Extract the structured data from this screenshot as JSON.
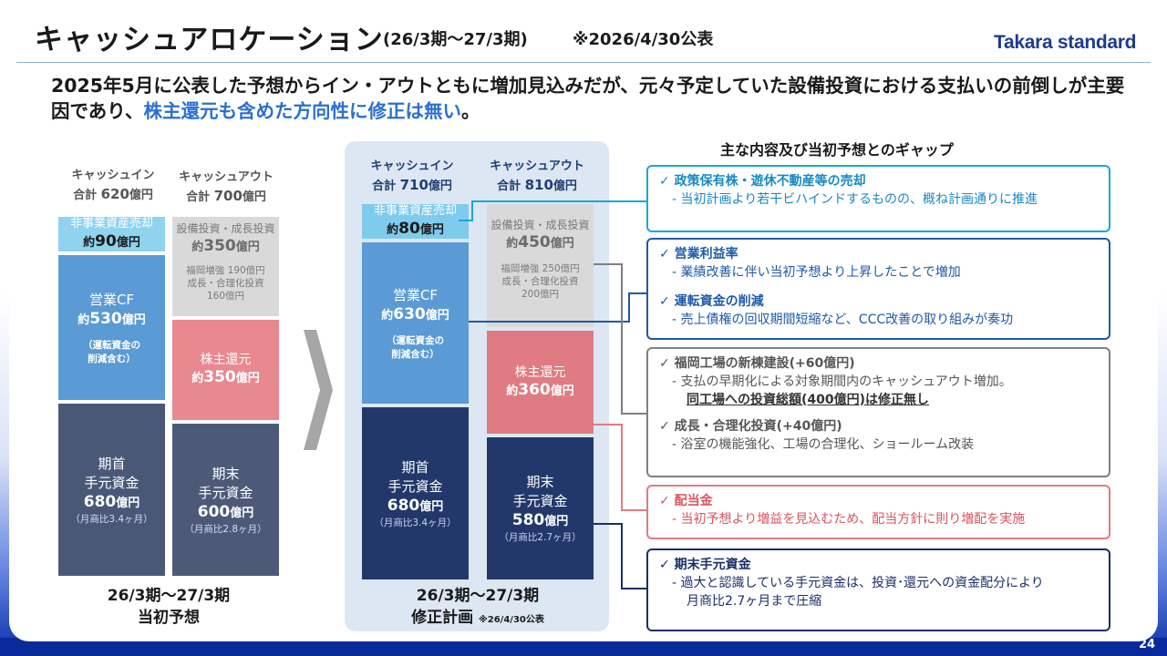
{
  "header": {
    "title": "キャッシュアロケーション",
    "period": "(26/3期～27/3期)",
    "note": "※2026/4/30公表",
    "logo": "Takara standard"
  },
  "lead": {
    "text1": "2025年5月に公表した予想からイン・アウトともに増加見込みだが、元々予定していた設備投資における支払いの前倒しが主要因であり、",
    "highlight": "株主還元も含めた方向性に修正は無い",
    "text2": "。"
  },
  "initial": {
    "in_header": "キャッシュイン",
    "in_total_prefix": "合計",
    "in_total_num": "620",
    "in_total_unit": "億円",
    "out_header": "キャッシュアウト",
    "out_total_prefix": "合計",
    "out_total_num": "700",
    "out_total_unit": "億円",
    "nonbiz_label": "非事業資産売却",
    "nonbiz_prefix": "約",
    "nonbiz_num": "90",
    "nonbiz_unit": "億円",
    "opcf_label": "営業CF",
    "opcf_prefix": "約",
    "opcf_num": "530",
    "opcf_unit": "億円",
    "opcf_note1": "（運転資金の",
    "opcf_note2": "削減含む）",
    "begin_label1": "期首",
    "begin_label2": "手元資金",
    "begin_num": "680",
    "begin_unit": "億円",
    "begin_note": "（月商比3.4ヶ月）",
    "capex_label": "設備投資・成長投資",
    "capex_prefix": "約",
    "capex_num": "350",
    "capex_unit": "億円",
    "capex_note1": "福岡増強 190億円",
    "capex_note2": "成長・合理化投資",
    "capex_note3": "160億円",
    "return_label": "株主還元",
    "return_prefix": "約",
    "return_num": "350",
    "return_unit": "億円",
    "end_label1": "期末",
    "end_label2": "手元資金",
    "end_num": "600",
    "end_unit": "億円",
    "end_note": "（月商比2.8ヶ月）",
    "caption1": "26/3期～27/3期",
    "caption2": "当初予想"
  },
  "revised": {
    "in_header": "キャッシュイン",
    "in_total_prefix": "合計",
    "in_total_num": "710",
    "in_total_unit": "億円",
    "out_header": "キャッシュアウト",
    "out_total_prefix": "合計",
    "out_total_num": "810",
    "out_total_unit": "億円",
    "nonbiz_label": "非事業資産売却",
    "nonbiz_prefix": "約",
    "nonbiz_num": "80",
    "nonbiz_unit": "億円",
    "opcf_label": "営業CF",
    "opcf_prefix": "約",
    "opcf_num": "630",
    "opcf_unit": "億円",
    "opcf_note1": "（運転資金の",
    "opcf_note2": "削減含む）",
    "begin_label1": "期首",
    "begin_label2": "手元資金",
    "begin_num": "680",
    "begin_unit": "億円",
    "begin_note": "（月商比3.4ヶ月）",
    "capex_label": "設備投資・成長投資",
    "capex_prefix": "約",
    "capex_num": "450",
    "capex_unit": "億円",
    "capex_note1": "福岡増強 250億円",
    "capex_note2": "成長・合理化投資",
    "capex_note3": "200億円",
    "return_label": "株主還元",
    "return_prefix": "約",
    "return_num": "360",
    "return_unit": "億円",
    "end_label1": "期末",
    "end_label2": "手元資金",
    "end_num": "580",
    "end_unit": "億円",
    "end_note": "（月商比2.7ヶ月）",
    "caption1": "26/3期～27/3期",
    "caption2": "修正計画",
    "caption_note": "※26/4/30公表"
  },
  "gap": {
    "title": "主な内容及び当初予想とのギャップ",
    "b1_item": "✓ 政策保有株・遊休不動産等の売却",
    "b1_desc": "- 当初計画より若干ビハインドするものの、概ね計画通りに推進",
    "b2_item1": "✓ 営業利益率",
    "b2_desc1": "- 業績改善に伴い当初予想より上昇したことで増加",
    "b2_item2": "✓ 運転資金の削減",
    "b2_desc2": "- 売上債権の回収期間短縮など、CCC改善の取り組みが奏功",
    "b3_item1": "✓ 福岡工場の新棟建設(+60億円)",
    "b3_desc1": "- 支払の早期化による対象期間内のキャッシュアウト増加。",
    "b3_desc1b": "同工場への投資総額(400億円)は修正無し",
    "b3_item2": "✓ 成長・合理化投資(+40億円)",
    "b3_desc2": "- 浴室の機能強化、工場の合理化、ショールーム改装",
    "b4_item": "✓ 配当金",
    "b4_desc": "- 当初予想より増益を見込むため、配当方針に則り増配を実施",
    "b5_item": "✓ 期末手元資金",
    "b5_desc1": "- 過大と認識している手元資金は、投資･還元への資金配分により",
    "b5_desc2": "月商比2.7ヶ月まで圧縮"
  },
  "page_number": "24",
  "colors": {
    "brand_navy": "#1d3b8f",
    "highlight_blue": "#2a6fd1",
    "cyan": "#19a6dc",
    "pink": "#e07b82",
    "navy": "#22386a"
  }
}
